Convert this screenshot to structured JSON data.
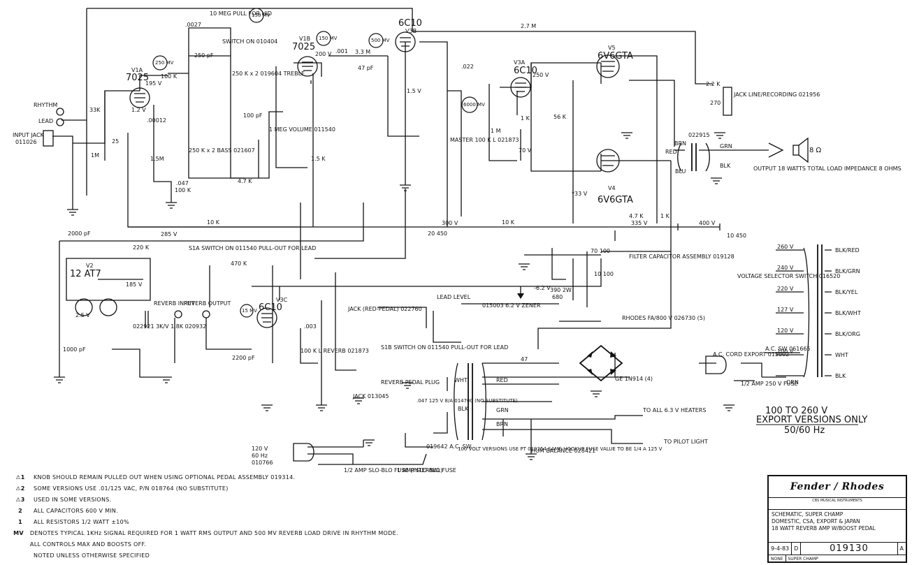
{
  "tubes": {
    "v1a": {
      "name": "V1A",
      "type": "7025"
    },
    "v1b": {
      "name": "V1B",
      "type": "7025"
    },
    "v2": {
      "name": "V2",
      "type": "12 AT7"
    },
    "v3a": {
      "name": "V3A",
      "type": "6C10"
    },
    "v3b": {
      "name": "V3B",
      "type": "6C10"
    },
    "v3c": {
      "name": "V3C",
      "type": "6C10"
    },
    "v4": {
      "name": "V4",
      "type": "6V6GTA"
    },
    "v5": {
      "name": "V5",
      "type": "6V6GTA"
    }
  },
  "bubbles": [
    "250 MV",
    "150 MV",
    "150 MV",
    "500 MV",
    "6000 MV",
    "15 MV"
  ],
  "inputs": {
    "rhythm": "RHYTHM",
    "lead": "LEAD",
    "input_jack": "INPUT JACK",
    "input_part": "011026"
  },
  "controls": {
    "pull_for_hi": "10 MEG PULL FOR HID",
    "switch_on": "SWITCH ON 010404",
    "treble": "250 K x 2 019604 TREBLE",
    "bass": "250 K x 2 BASS 021607",
    "volume": "1 MEG VOLUME 011540",
    "master": "MASTER 100 K L 021873",
    "lead_level": "LEAD LEVEL",
    "reverb": "100 K L REVERB 021873",
    "s1a": "S1A SWITCH ON 011540 PULL-OUT FOR LEAD",
    "s1b": "S1B SWITCH ON 011540 PULL-OUT FOR LEAD"
  },
  "voltages": [
    "195 V",
    "1.2 V",
    "200 V",
    "1.5 V",
    "250 V",
    "70 V",
    "300 V",
    "285 V",
    "400 V",
    "335 V",
    "185 V",
    "2.5 V",
    "6.2 V",
    "-6.2 V",
    "*33 V"
  ],
  "resistors": [
    "33K",
    "1M",
    "1.5M",
    "100 K",
    "2.7 M",
    "3.3 M",
    "4.7 K",
    "1.5 K",
    "100 K",
    "10 K",
    "220 K",
    "1 M",
    "56 K",
    "1 K",
    "470 K",
    "390 2W",
    "680",
    "2.2 K",
    "270",
    "10 K",
    "4.7 K",
    "1 K",
    "47"
  ],
  "capacitors": [
    ".0027",
    "250 pF",
    ".022",
    ".001",
    "47 pF",
    "25",
    ".00012",
    ".047",
    "1000 pF",
    "2000 pF",
    "100 pF",
    ".003",
    "2200 pF",
    "20 450",
    "10 450",
    "70 100",
    "10 100"
  ],
  "jacks": {
    "reverb_input": "REVERB INPUT",
    "reverb_output": "REVERB OUTPUT",
    "red_pedal": "JACK (RED-PEDAL) 022760",
    "reverb_pedal": "REVERB PEDAL PLUG",
    "reverb_pedal_jack": "JACK 013045",
    "line_recording": "JACK LINE/RECORDING 021956"
  },
  "reverb_tank": {
    "label": "022921 3K/V 1.8K 020932"
  },
  "zener": "015003 6.2 V ZENER",
  "output": {
    "transformer": "022915",
    "speaker": "8 Ω",
    "desc": "OUTPUT 18 WATTS TOTAL LOAD IMPEDANCE 8 OHMS",
    "leads": [
      "BRN",
      "RED",
      "BLU",
      "GRN",
      "BLK"
    ]
  },
  "filter_assembly": "FILTER CAPACITOR ASSEMBLY 019128",
  "power": {
    "rectifier": "RHODES FA/800 V 026730 (5)",
    "diodes": "GE 1N914 (4)",
    "mains": [
      "120 V",
      "60 Hz",
      "010766"
    ],
    "fuse_int": "1/2 AMP SLO-BLO FUSE (INTERNAL)",
    "fuse_main": "1 AMP SLO-BLO FUSE",
    "switch": "019642 A.C. SW",
    "pt_wires": [
      "WHT",
      "BLK",
      "RED",
      "GRN",
      "BRN"
    ],
    "heaters": "TO ALL 6.3 V HEATERS",
    "pilot": "TO PILOT LIGHT",
    "hum": "HUM BALANCE 028421",
    "cap_047": ".047 125 V 8/A 014700 (NO SUBSTITUTE)",
    "volt_versions": "100 VOLT VERSIONS USE PT 019254 SAME HOOKUP FUSE VALUE TO BE 1/4 A 125 V"
  },
  "export": {
    "selector_title": "VOLTAGE SELECTOR SWITCH 016520",
    "taps": [
      {
        "v": "260 V",
        "c": "BLK/RED"
      },
      {
        "v": "240 V",
        "c": "BLK/GRN"
      },
      {
        "v": "220 V",
        "c": "BLK/YEL"
      },
      {
        "v": "127 V",
        "c": "BLK/WHT"
      },
      {
        "v": "120 V",
        "c": "BLK/ORG"
      },
      {
        "v": "100 V",
        "c": "WHT"
      },
      {
        "v": "",
        "c": "BLK"
      }
    ],
    "cord": "A.C. CORD EXPORT 015002",
    "ac_sw": "A.C. SW 061665",
    "fuse": "1/2 AMP 250 V FUSE",
    "title": "100 TO 260 V",
    "sub": "EXPORT VERSIONS ONLY",
    "freq": "50/60 Hz",
    "orn": "ORN"
  },
  "notes": [
    {
      "key": "⚠1",
      "text": "KNOB SHOULD REMAIN PULLED OUT WHEN USING OPTIONAL PEDAL ASSEMBLY 019314."
    },
    {
      "key": "⚠2",
      "text": "SOME VERSIONS USE .01/125 VAC, P/N 018764 (NO SUBSTITUTE)"
    },
    {
      "key": "⚠3",
      "text": "USED IN SOME VERSIONS."
    },
    {
      "key": "2",
      "text": "ALL CAPACITORS 600 V MIN."
    },
    {
      "key": "1",
      "text": "ALL RESISTORS 1/2 WATT ±10%"
    },
    {
      "key": "MV",
      "text": "DENOTES TYPICAL 1KHz SIGNAL REQUIRED FOR 1 WATT RMS OUTPUT AND 500 MV REVERB LOAD DRIVE IN RHYTHM MODE. ALL CONTROLS MAX AND BOOSTS OFF."
    },
    {
      "key": "",
      "text": "NOTED UNLESS OTHERWISE SPECIFIED"
    }
  ],
  "title_block": {
    "logo": "Fender / Rhodes",
    "fine": "CBS MUSICAL INSTRUMENTS",
    "title_lines": [
      "SCHEMATIC, SUPER CHAMP",
      "DOMESTIC, CSA, EXPORT & JAPAN",
      "18 WATT REVERB AMP W/BOOST PEDAL"
    ],
    "size_label": "D",
    "date": "9-4-83",
    "number": "019130",
    "rev": "A",
    "scale": "NONE",
    "model": "SUPER CHAMP"
  }
}
